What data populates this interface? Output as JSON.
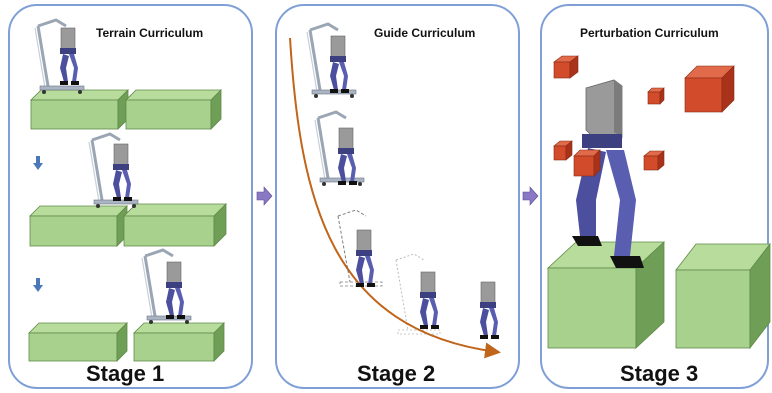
{
  "panels": [
    {
      "title": "Terrain Curriculum",
      "stage": "Stage 1"
    },
    {
      "title": "Guide Curriculum",
      "stage": "Stage 2"
    },
    {
      "title": "Perturbation Curriculum",
      "stage": "Stage 3"
    }
  ],
  "colors": {
    "panel_border": "#7f9fd6",
    "terrain_top": "#a9d18e",
    "terrain_front": "#8fbf74",
    "terrain_side": "#6f9e56",
    "robot_leg": "#4b4f9e",
    "robot_torso": "#9a9a9a",
    "frame": "#9aa6b4",
    "curve": "#c0651a",
    "cube": "#d24b2b",
    "arrow": "#8a78c4",
    "down_arrow": "#4b78b8"
  }
}
